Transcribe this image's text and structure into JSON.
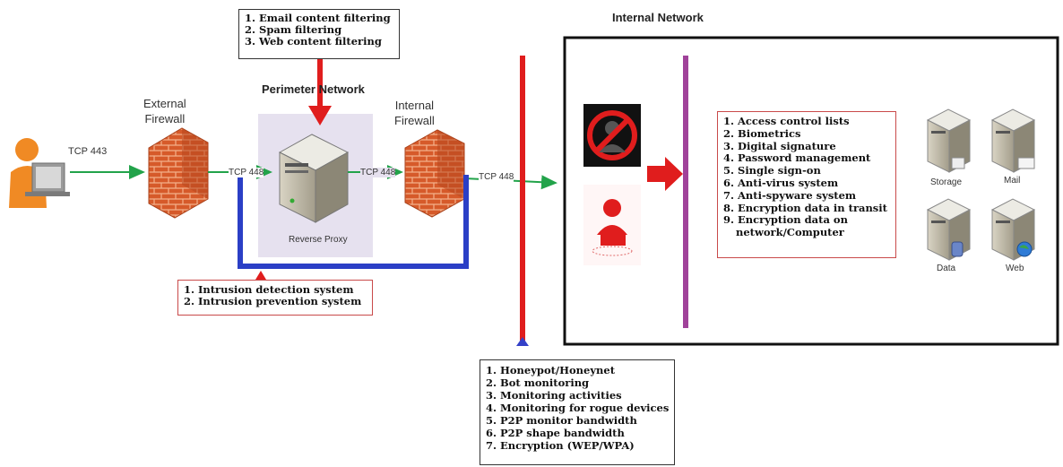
{
  "labels": {
    "external_firewall": [
      "External",
      "Firewall"
    ],
    "internal_firewall": [
      "Internal",
      "Firewall"
    ],
    "perimeter_network": "Perimeter Network",
    "internal_network": "Internal Network",
    "reverse_proxy": "Reverse Proxy",
    "tcp_443": "TCP 443",
    "tcp_448_a": "TCP 448",
    "tcp_448_b": "TCP 448",
    "tcp_448_c": "TCP 448",
    "storage": "Storage",
    "mail": "Mail",
    "data": "Data",
    "web": "Web"
  },
  "content_filtering": [
    "1. Email content filtering",
    "2. Spam filtering",
    "3. Web content filtering"
  ],
  "intrusion": [
    "1. Intrusion detection system",
    "2. Intrusion prevention system"
  ],
  "monitoring": [
    "1. Honeypot/Honeynet",
    "2. Bot monitoring",
    "3. Monitoring activities",
    "4. Monitoring for rogue devices",
    "5. P2P monitor bandwidth",
    "6. P2P shape bandwidth",
    "7. Encryption (WEP/WPA)"
  ],
  "access_controls": [
    "1. Access control lists",
    "2. Biometrics",
    "3. Digital signature",
    "4. Password management",
    "5. Single sign-on",
    "6. Anti-virus system",
    "7. Anti-spyware system",
    "8. Encryption data in transit",
    "9. Encryption data on",
    "network/Computer"
  ],
  "colors": {
    "arrow_green": "#22a34a",
    "loop_blue": "#2b3fc6",
    "bar_red": "#e01d1d",
    "bar_purple": "#a0429a",
    "firewall_brick": "#d65a2a",
    "perimeter_bg": "#e6e1ef"
  },
  "icons": [
    "user-laptop-icon",
    "external-firewall-icon",
    "reverse-proxy-server-icon",
    "internal-firewall-icon",
    "blocked-user-icon",
    "user-icon",
    "storage-server-icon",
    "mail-server-icon",
    "data-server-icon",
    "web-server-icon"
  ]
}
